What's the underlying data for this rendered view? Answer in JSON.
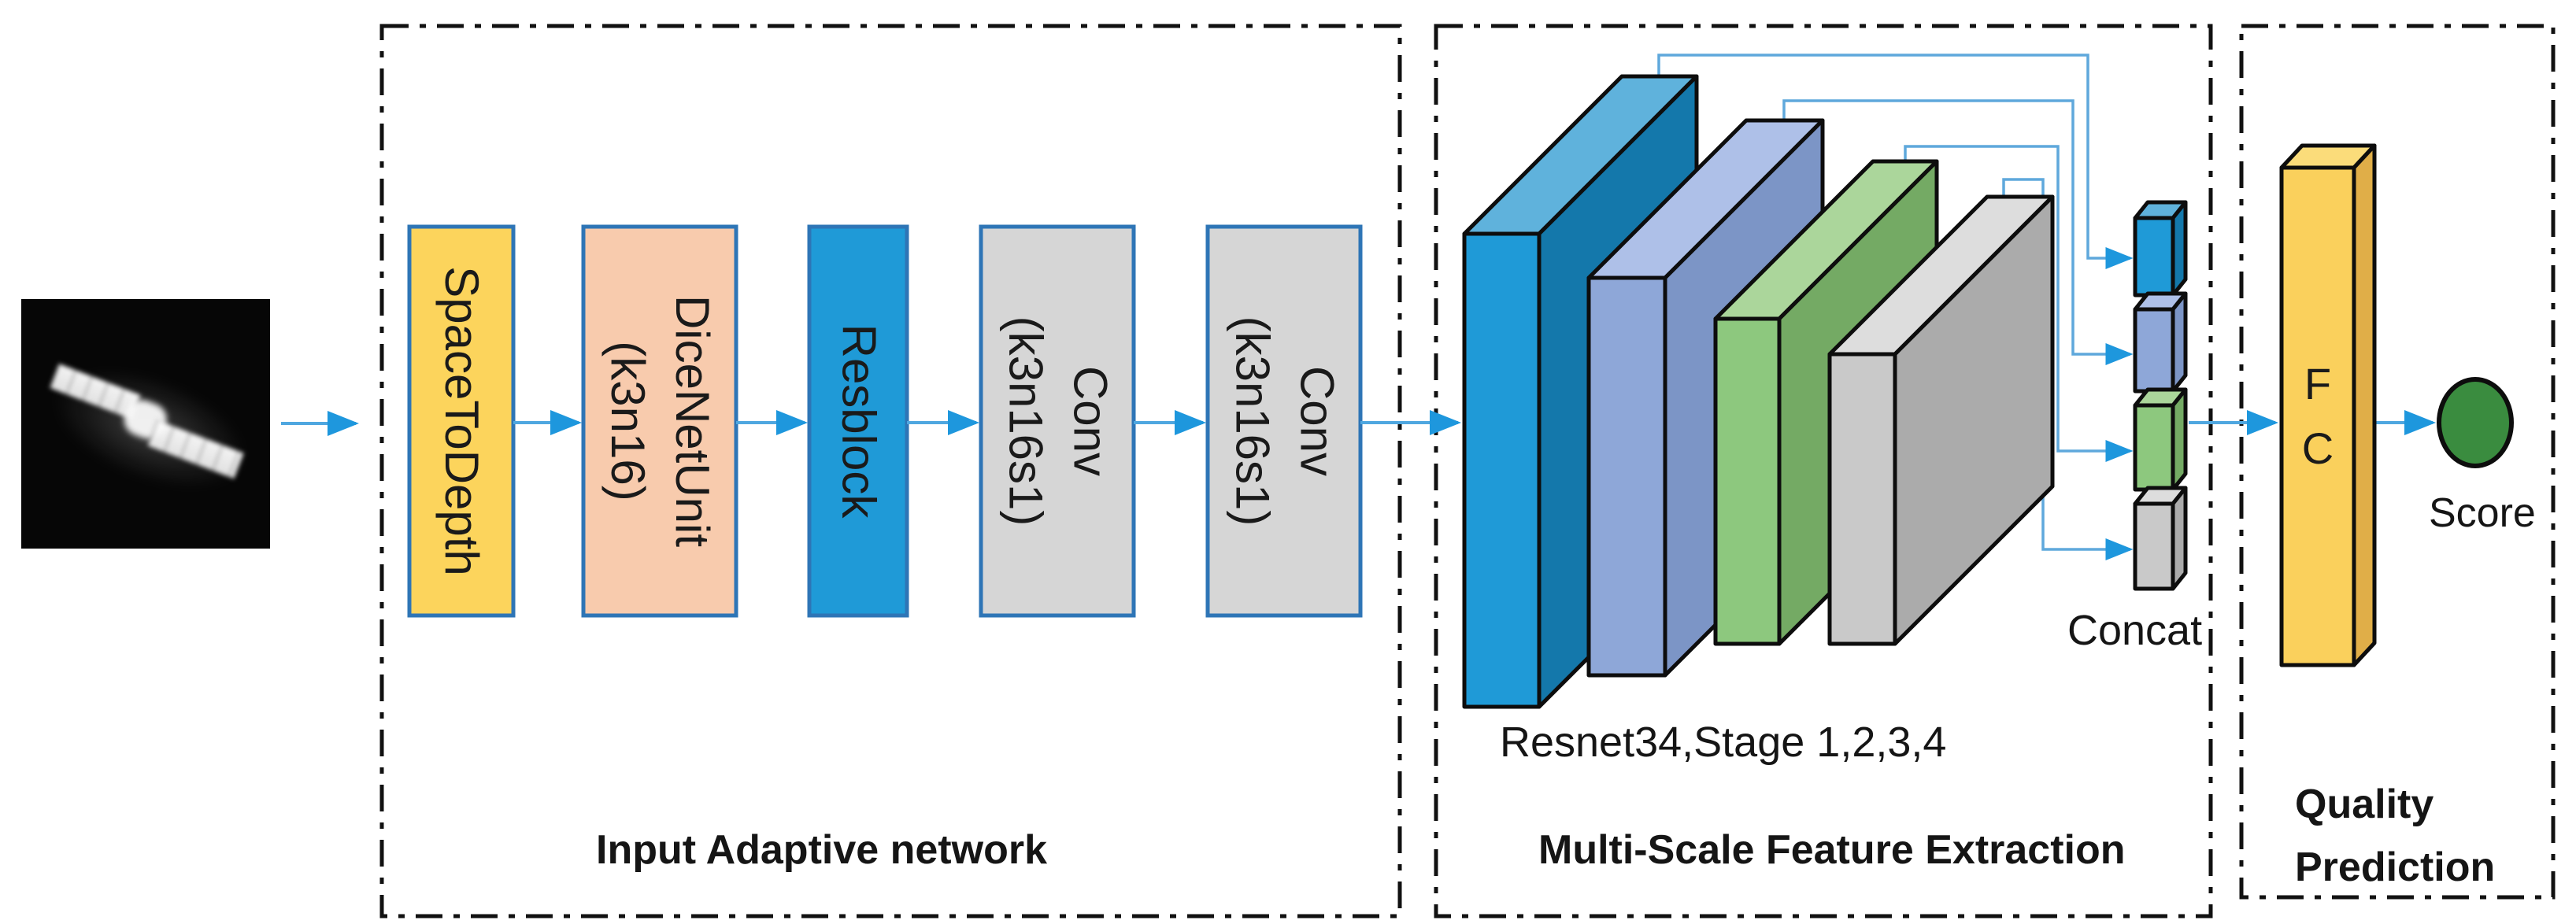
{
  "sections": {
    "input_adaptive": {
      "title": "Input Adaptive network"
    },
    "multiscale": {
      "title": "Multi-Scale Feature Extraction",
      "resnet_caption": "Resnet34,Stage 1,2,3,4",
      "concat_label": "Concat"
    },
    "quality": {
      "title": "Quality\nPrediction",
      "fc_label": "F\nC",
      "score_label": "Score"
    }
  },
  "pipeline_blocks": [
    {
      "label": "SpaceToDepth"
    },
    {
      "label": "DiceNetUnit\n(k3n16)"
    },
    {
      "label": "Resblock"
    },
    {
      "label": "Conv\n(k3n16s1)"
    },
    {
      "label": "Conv\n(k3n16s1)"
    }
  ],
  "palette": {
    "arrow_line": "#4FA7E0",
    "arrow_head": "#1E97DD",
    "block_border": "#2E75B6",
    "block_yellow": "#FCD45C",
    "block_salmon": "#F8CBAD",
    "block_blue": "#1F9AD7",
    "block_gray": "#D6D6D6",
    "slab_blue_front": "#1F9AD7",
    "slab_blue_top": "#5FB2DC",
    "slab_blue_side": "#1478AB",
    "slab_peri_front": "#8EA7D8",
    "slab_peri_top": "#AEC0E8",
    "slab_peri_side": "#7C95C6",
    "slab_green_front": "#8DC87E",
    "slab_green_top": "#ABD69B",
    "slab_green_side": "#74AA64",
    "slab_gray_front": "#C9C9C9",
    "slab_gray_top": "#DDDDDD",
    "slab_gray_side": "#ABABAB",
    "fc_front": "#FAD05C",
    "fc_top": "#FBDC7A",
    "fc_side": "#E0AE48",
    "score_green": "#3A8C3F",
    "dash_border": "#111111"
  }
}
